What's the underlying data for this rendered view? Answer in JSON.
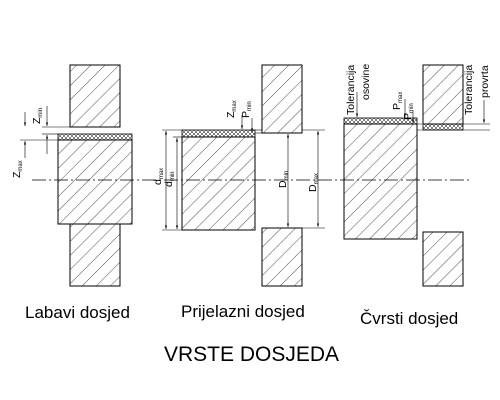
{
  "title": "VRSTE DOSJEDA",
  "fits": [
    {
      "caption": "Labavi dosjed",
      "labels": {
        "z_min": "Z",
        "z_min_sub": "min",
        "z_max": "Z",
        "z_max_sub": "max"
      }
    },
    {
      "caption": "Prijelazni dosjed",
      "labels": {
        "z_max": "Z",
        "z_max_sub": "max",
        "p_min": "P",
        "p_min_sub": "min",
        "d_max": "d",
        "d_max_sub": "max",
        "d_min": "d",
        "d_min_sub": "min",
        "D_min": "D",
        "D_min_sub": "min",
        "D_max": "D",
        "D_max_sub": "max"
      }
    },
    {
      "caption": "Čvrsti dosjed",
      "labels": {
        "tol_shaft_1": "Tolerancija",
        "tol_shaft_2": "osovine",
        "p_max": "P",
        "p_max_sub": "max",
        "p_min": "P",
        "p_min_sub": "min",
        "tol_hole_1": "Tolerancija",
        "tol_hole_2": "provrta"
      }
    }
  ]
}
